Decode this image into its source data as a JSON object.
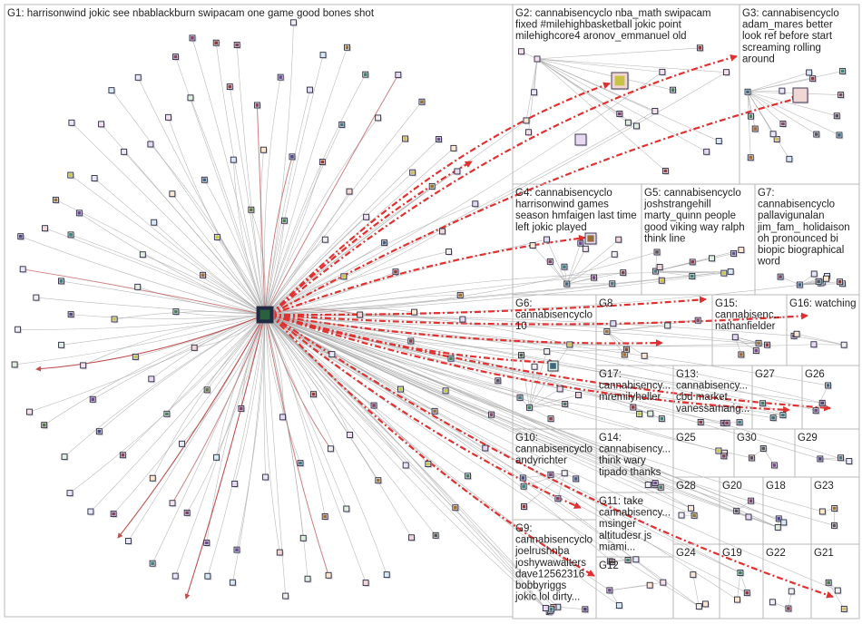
{
  "colors": {
    "box_border": "#b9b9b9",
    "edge": "#a9a9a9",
    "edge_highlight": "#e03030",
    "label_text": "#222222",
    "hub_node": "#1e2a44"
  },
  "groups": [
    {
      "id": "G1",
      "lines": [
        "G1: harrisonwind jokic see nbablackburn swipacam one game good bones shot"
      ]
    },
    {
      "id": "G2",
      "lines": [
        "G2: cannabisencyclo nba_math swipacam",
        "fixed #milehighbasketball jokic point",
        "milehighcore4 aronov_emmanuel old"
      ]
    },
    {
      "id": "G3",
      "lines": [
        "G3: cannabisencyclo",
        "adam_mares better",
        "look ref before start",
        "screaming rolling",
        "around"
      ]
    },
    {
      "id": "G4",
      "lines": [
        "G4: cannabisencyclo",
        "harrisonwind games",
        "season hmfaigen last time",
        "left jokic played"
      ]
    },
    {
      "id": "G5",
      "lines": [
        "G5: cannabisencyclo",
        "joshstrangehill",
        "marty_quinn people",
        "good viking way ralph",
        "think line"
      ]
    },
    {
      "id": "G7",
      "lines": [
        "G7:",
        "cannabisencyclo",
        "pallavigunalan",
        "jim_fam_ holidaison",
        "oh pronounced bi",
        "biopic biographical",
        "word"
      ]
    },
    {
      "id": "G6",
      "lines": [
        "G6:",
        "cannabisencyclo",
        "10"
      ]
    },
    {
      "id": "G8",
      "lines": [
        "G8"
      ]
    },
    {
      "id": "G15",
      "lines": [
        "G15:",
        "cannabisenc...",
        "nathanfielder"
      ]
    },
    {
      "id": "G16",
      "lines": [
        "G16: watching"
      ]
    },
    {
      "id": "G17",
      "lines": [
        "G17:",
        "cannabisency...",
        "mremilyheller"
      ]
    },
    {
      "id": "G13",
      "lines": [
        "G13:",
        "cannabisency...",
        "cbd market",
        "vanessamarig..."
      ]
    },
    {
      "id": "G27",
      "lines": [
        "G27"
      ]
    },
    {
      "id": "G26",
      "lines": [
        "G26"
      ]
    },
    {
      "id": "G10",
      "lines": [
        "G10:",
        "cannabisencyclo",
        "andyrichter"
      ]
    },
    {
      "id": "G14",
      "lines": [
        "G14:",
        "cannabisency...",
        "think wary",
        "tipado thanks"
      ]
    },
    {
      "id": "G25",
      "lines": [
        "G25"
      ]
    },
    {
      "id": "G30",
      "lines": [
        "G30"
      ]
    },
    {
      "id": "G29",
      "lines": [
        "G29"
      ]
    },
    {
      "id": "G28",
      "lines": [
        "G28"
      ]
    },
    {
      "id": "G20",
      "lines": [
        "G20"
      ]
    },
    {
      "id": "G18",
      "lines": [
        "G18"
      ]
    },
    {
      "id": "G23",
      "lines": [
        "G23"
      ]
    },
    {
      "id": "G11",
      "lines": [
        "G11: take",
        "cannabisency...",
        "msinger",
        "altitudesr js",
        "miami..."
      ]
    },
    {
      "id": "G9",
      "lines": [
        "G9:",
        "cannabisencyclo",
        "joelrushnba",
        "joshywawalters",
        "dave12562316",
        "bobbyriggs",
        "jokic lol dirty..."
      ]
    },
    {
      "id": "G12",
      "lines": [
        "G12"
      ]
    },
    {
      "id": "G24",
      "lines": [
        "G24"
      ]
    },
    {
      "id": "G19",
      "lines": [
        "G19"
      ]
    },
    {
      "id": "G22",
      "lines": [
        "G22"
      ]
    },
    {
      "id": "G21",
      "lines": [
        "G21"
      ]
    }
  ]
}
